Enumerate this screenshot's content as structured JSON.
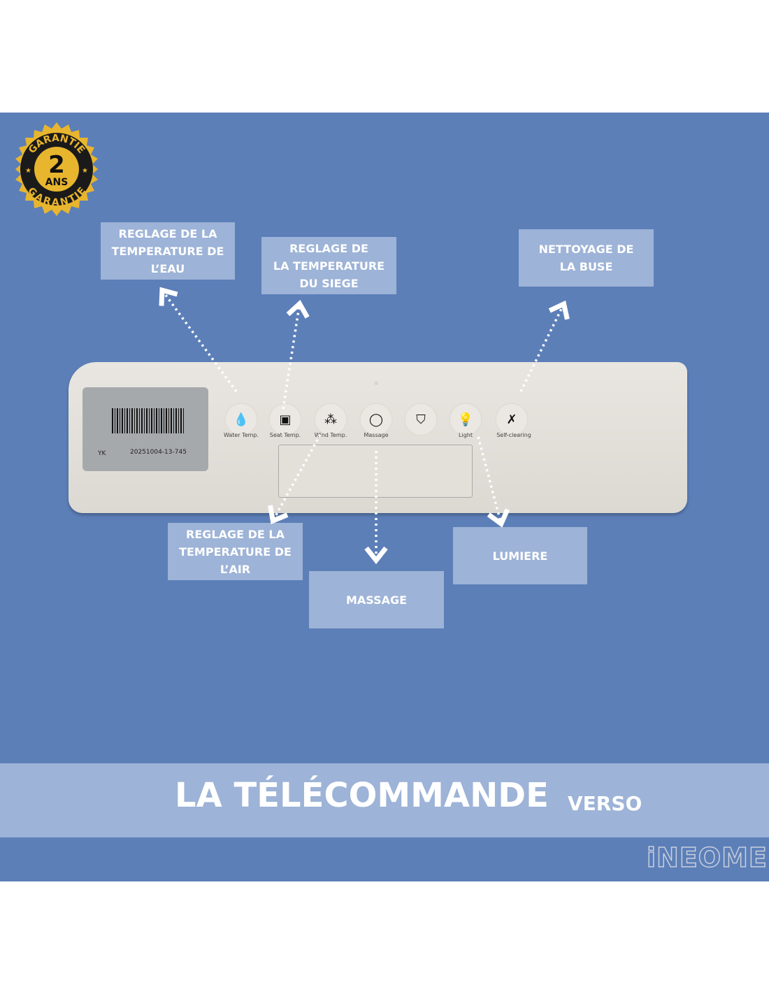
{
  "badge": {
    "top": "GARANTIE",
    "number": "2",
    "unit": "ANS",
    "bottom": "GARANTIE"
  },
  "labels": {
    "water_temp": "REGLAGE DE LA\nTEMPERATURE DE\nL’EAU",
    "seat_temp": "REGLAGE DE\nLA TEMPERATURE\nDU SIEGE",
    "nozzle_clean": "NETTOYAGE DE\nLA BUSE",
    "air_temp": "REGLAGE DE LA\nTEMPERATURE DE\nL’AIR",
    "massage": "MASSAGE",
    "light": "LUMIERE"
  },
  "remote": {
    "sticker_code": "YK",
    "sticker_serial": "20251004-13-745",
    "buttons": [
      {
        "icon": "water-drop-thermometer-icon",
        "glyph": "💧",
        "label": "Water Temp."
      },
      {
        "icon": "seat-thermometer-icon",
        "glyph": "▣",
        "label": "Seat Temp."
      },
      {
        "icon": "wind-thermometer-icon",
        "glyph": "⁂",
        "label": "Wind Temp."
      },
      {
        "icon": "massage-icon",
        "glyph": "◯",
        "label": "Massage"
      },
      {
        "icon": "nozzle-icon",
        "glyph": "⛉",
        "label": ""
      },
      {
        "icon": "light-bulb-icon",
        "glyph": "💡",
        "label": "Light"
      },
      {
        "icon": "self-cleaning-icon",
        "glyph": "✗",
        "label": "Self-clearing"
      }
    ]
  },
  "footer": {
    "title": "LA TÉLÉCOMMANDE",
    "subtitle": "VERSO",
    "logo": "iNEOME"
  },
  "colors": {
    "background": "#5c7fb8",
    "label_box": "#9db3d7",
    "badge_gold": "#e8b52e"
  }
}
